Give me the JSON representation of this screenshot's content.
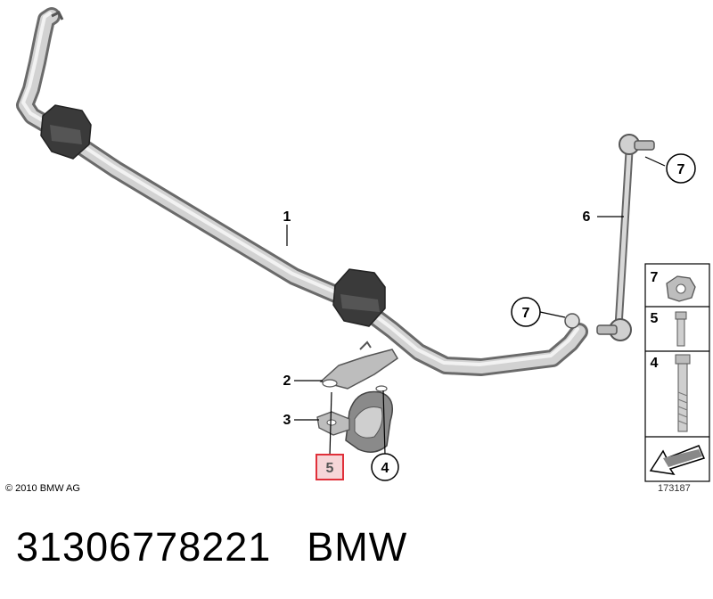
{
  "callouts": {
    "c1": "1",
    "c2": "2",
    "c3": "3",
    "c4": "4",
    "c5": "5",
    "c6": "6",
    "c7_top": "7",
    "c7_mid": "7",
    "side_7": "7",
    "side_5": "5",
    "side_4": "4"
  },
  "copyright": "© 2010 BMW AG",
  "diagram_id": "173187",
  "caption": {
    "part_number": "31306778221",
    "brand": "BMW"
  },
  "colors": {
    "highlight": "#e0303a",
    "bar_fill": "#c8c8c8",
    "bushing": "#3a3a3a",
    "outline": "#555555"
  },
  "icons": {
    "arrow": "arrow-icon"
  }
}
